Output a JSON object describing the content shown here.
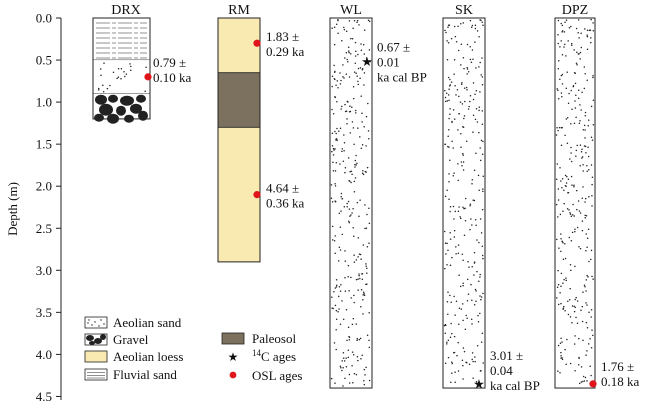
{
  "colors": {
    "loess": "#f8eab1",
    "paleosol": "#7c715f",
    "star": "#3f6fbf",
    "osl": "#e0141b",
    "line": "#222222"
  },
  "axis": {
    "title": "Depth (m)",
    "min": 0.0,
    "max": 4.5,
    "ticks": [
      "0.0",
      "0.5",
      "1.0",
      "1.5",
      "2.0",
      "2.5",
      "3.0",
      "3.5",
      "4.0",
      "4.5"
    ]
  },
  "columns": {
    "drx": {
      "title": "DRX",
      "bottom": 1.2,
      "units": [
        {
          "type": "fluvial_sand",
          "top": 0.0,
          "bottom": 0.5
        },
        {
          "type": "aeolian_sand",
          "top": 0.5,
          "bottom": 0.9
        },
        {
          "type": "gravel",
          "top": 0.9,
          "bottom": 1.2
        }
      ],
      "age": {
        "kind": "osl",
        "depth": 0.7,
        "line1": "0.79 ±",
        "line2": "0.10 ka"
      }
    },
    "rm": {
      "title": "RM",
      "bottom": 2.9,
      "units": [
        {
          "type": "aeolian_loess",
          "top": 0.0,
          "bottom": 0.65
        },
        {
          "type": "paleosol",
          "top": 0.65,
          "bottom": 1.3
        },
        {
          "type": "aeolian_loess",
          "top": 1.3,
          "bottom": 2.9
        }
      ],
      "ages": [
        {
          "kind": "osl",
          "depth": 0.3,
          "line1": "1.83 ±",
          "line2": "0.29 ka"
        },
        {
          "kind": "osl",
          "depth": 2.1,
          "line1": "4.64 ±",
          "line2": "0.36 ka"
        }
      ]
    },
    "wl": {
      "title": "WL",
      "bottom": 4.4,
      "units": [
        {
          "type": "aeolian_sand",
          "top": 0.0,
          "bottom": 4.4
        }
      ],
      "age": {
        "kind": "c14",
        "depth": 0.52,
        "line1": "0.67 ±",
        "line2": "0.01",
        "line3": "ka cal BP"
      }
    },
    "sk": {
      "title": "SK",
      "bottom": 4.4,
      "units": [
        {
          "type": "aeolian_sand",
          "top": 0.0,
          "bottom": 4.4
        }
      ],
      "age": {
        "kind": "c14",
        "depth": 4.35,
        "line1": "3.01 ±",
        "line2": "0.04",
        "line3": "ka cal BP"
      }
    },
    "dpz": {
      "title": "DPZ",
      "bottom": 4.4,
      "units": [
        {
          "type": "aeolian_sand",
          "top": 0.0,
          "bottom": 4.4
        }
      ],
      "age": {
        "kind": "osl",
        "depth": 4.35,
        "line1": "1.76 ±",
        "line2": "0.18 ka"
      }
    }
  },
  "legend": {
    "aeolian_sand": "Aeolian sand",
    "gravel": "Gravel",
    "aeolian_loess": "Aeolian loess",
    "fluvial_sand": "Fluvial sand",
    "paleosol": "Paleosol",
    "c14_sup": "14",
    "c14_rest": "C ages",
    "osl": "OSL ages"
  }
}
